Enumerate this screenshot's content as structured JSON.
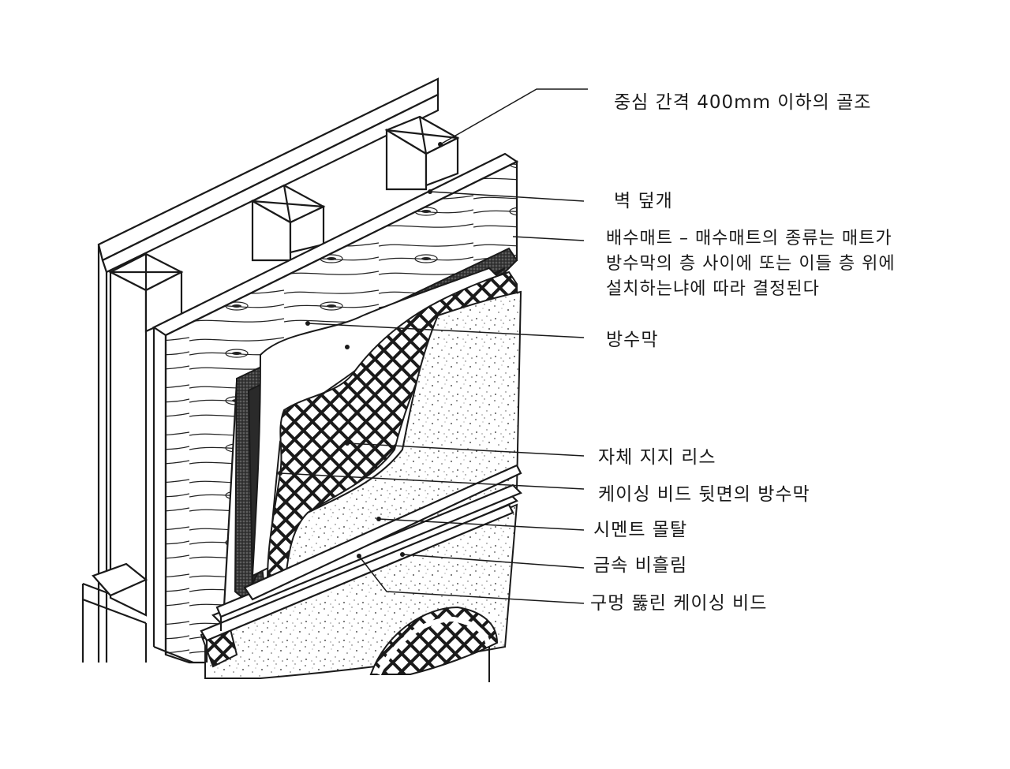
{
  "labels": {
    "framing": "중심 간격 400mm 이하의 골조",
    "sheathing": "벽 덮개",
    "drainage_mat": [
      "배수매트 – 매수매트의 종류는 매트가",
      "방수막의 층 사이에 또는 이들 층 위에",
      "설치하는냐에 따라 결정된다"
    ],
    "membrane": "방수막",
    "lath": "자체 지지 리스",
    "casing_membrane": "케이싱 비드 뒷면의 방수막",
    "cement_mortar": "시멘트 몰탈",
    "metal_flashing": "금속 비흘림",
    "weep_casing_bead": "구멍 뚫린 케이싱 비드"
  },
  "colors": {
    "ink": "#1a1a1a",
    "stucco_dot": "#555555",
    "mat_dark": "#2a2a2a"
  }
}
